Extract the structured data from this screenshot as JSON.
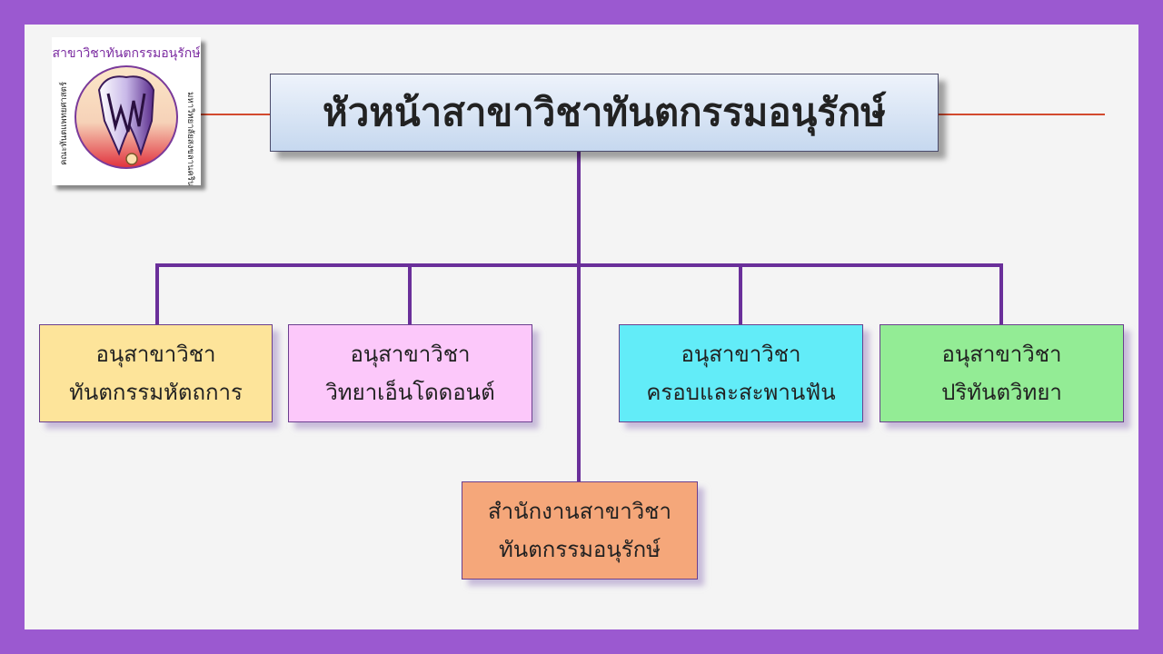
{
  "colors": {
    "frame": "#9b59d0",
    "connector": "#6a2f9a",
    "side_line": "#d24a2e",
    "head_fill": "#c6d8ef",
    "sub1_fill": "#fde49a",
    "sub2_fill": "#fcc8fa",
    "sub3_fill": "#62ecf8",
    "sub4_fill": "#93ec95",
    "office_fill": "#f5a77a"
  },
  "logo": {
    "top_text": "สาขาวิชาทันตกรรมอนุรักษ์",
    "left_text": "คณะทันตแพทยศาสตร์",
    "right_text": "มหาวิทยาลัยสงขลานครินทร์"
  },
  "head": {
    "label": "หัวหน้าสาขาวิชาทันตกรรมอนุรักษ์"
  },
  "subunits": [
    {
      "line1": "อนุสาขาวิชา",
      "line2": "ทันตกรรมหัตถการ"
    },
    {
      "line1": "อนุสาขาวิชา",
      "line2": "วิทยาเอ็นโดดอนต์"
    },
    {
      "line1": "อนุสาขาวิชา",
      "line2": "ครอบและสะพานฟัน"
    },
    {
      "line1": "อนุสาขาวิชา",
      "line2": "ปริทันตวิทยา"
    }
  ],
  "office": {
    "line1": "สำนักงานสาขาวิชา",
    "line2": "ทันตกรรมอนุรักษ์"
  }
}
